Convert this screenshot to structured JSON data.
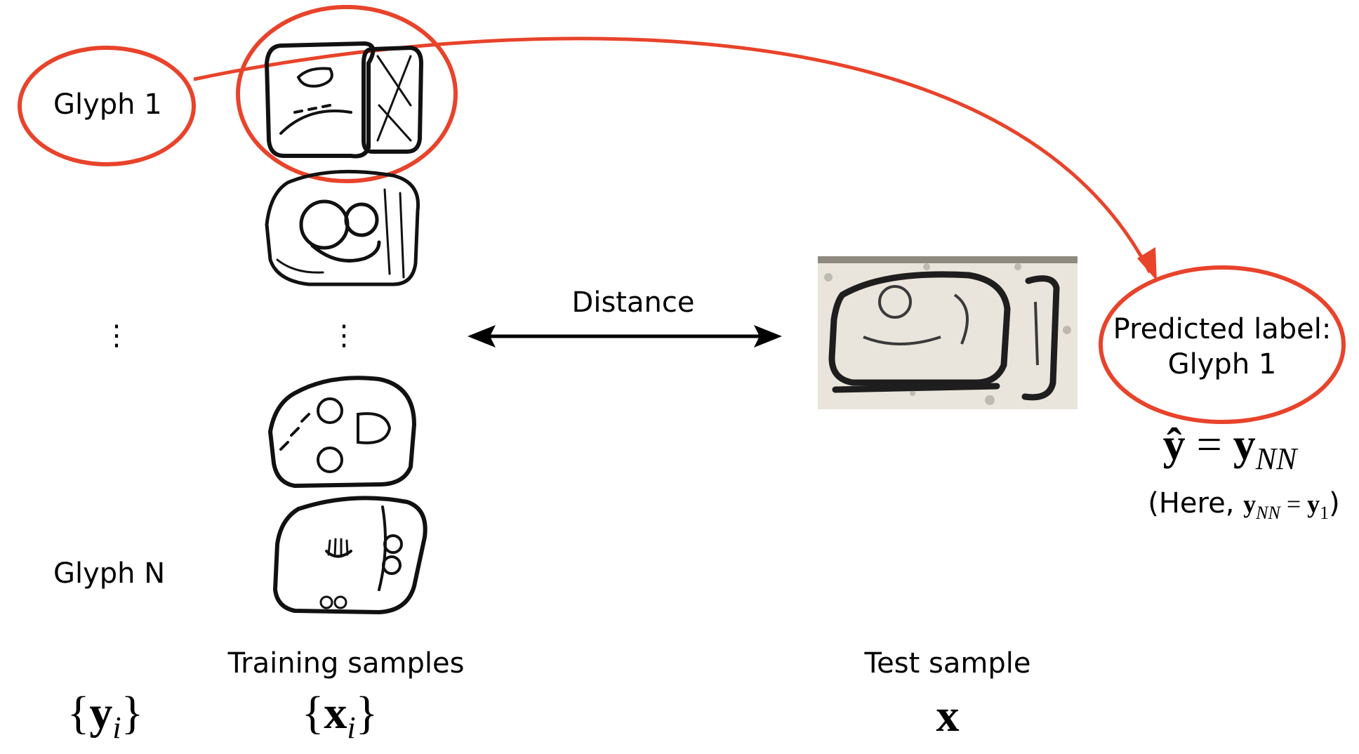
{
  "labels": {
    "glyph_1": "Glyph 1",
    "glyph_n": "Glyph N",
    "distance": "Distance",
    "training_samples": "Training samples",
    "test_sample": "Test sample",
    "predicted_line1": "Predicted label:",
    "predicted_line2": "Glyph 1",
    "vdots": "⋮"
  },
  "math": {
    "y_set_open": "{",
    "y_set_var": "y",
    "y_set_sub": "i",
    "y_set_close": "}",
    "x_set_open": "{",
    "x_set_var": "x",
    "x_set_sub": "i",
    "x_set_close": "}",
    "test_var": "x",
    "yhat": "ŷ",
    "equals": "=",
    "ynn_var": "y",
    "ynn_sub": "NN",
    "here_prefix": "(Here, ",
    "here_var1": "y",
    "here_sub1": "NN",
    "here_eq": " = ",
    "here_var2": "y",
    "here_sub2": "1",
    "here_suffix": ")"
  },
  "colors": {
    "highlight": "#E8432B",
    "arrow": "#000000"
  }
}
